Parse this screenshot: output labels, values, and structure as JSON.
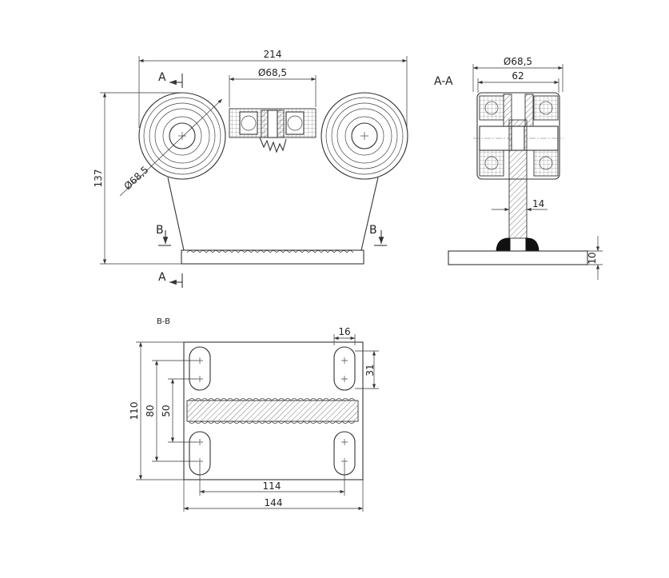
{
  "views": {
    "front": {
      "dim_width": "214",
      "dim_bearing": "Ø68,5",
      "dim_wheel": "Ø68,5",
      "dim_height": "137",
      "section_a_top": "A",
      "section_a_bottom": "A",
      "section_b_left": "B",
      "section_b_right": "B"
    },
    "section_aa": {
      "title": "A-A",
      "dim_outer": "Ø68,5",
      "dim_inner": "62",
      "dim_web": "14",
      "dim_plate": "10"
    },
    "section_bb": {
      "title": "B-B",
      "dim_slot_width": "16",
      "dim_slot_length": "31",
      "dim_height": "110",
      "dim_outer_holes": "80",
      "dim_inner_holes": "50",
      "dim_hole_spacing": "114",
      "dim_width": "144"
    }
  }
}
